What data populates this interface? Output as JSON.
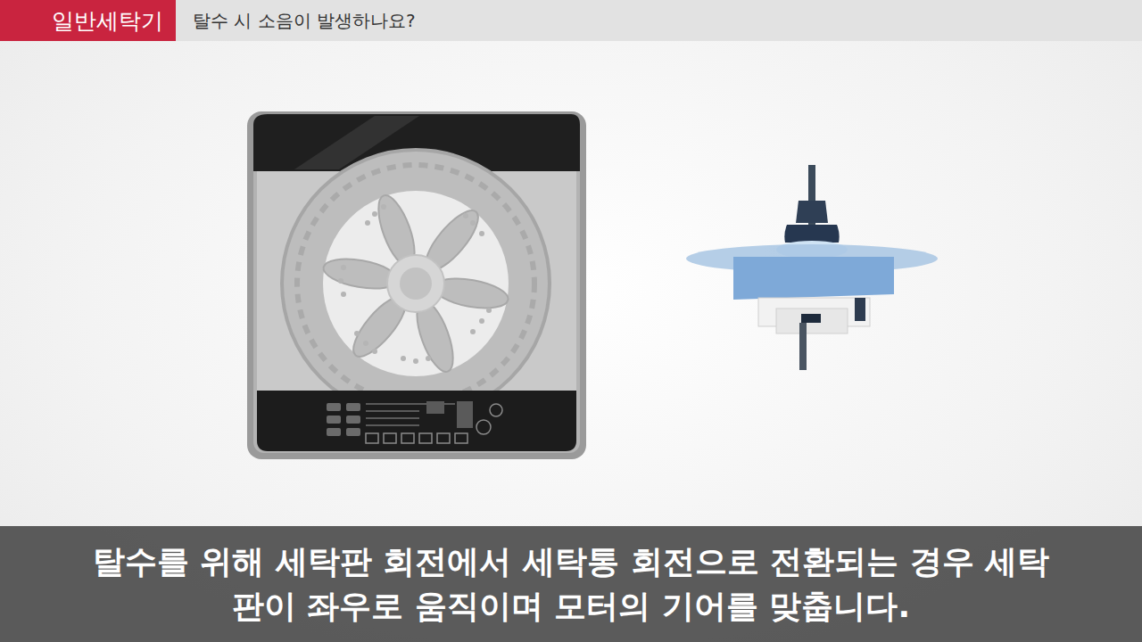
{
  "diagram": {
    "title": "탈수 시 소음이 발생하나요?",
    "caption": "탈수를 위해 세탁판 회전에서 세탁통 회전으로 전환되는 경우 세탁판이 좌우로 움직이며 모터의 기어를 맞춥니다.",
    "nodes": [
      {
        "text": [
          "일반세탁기"
        ]
      }
    ]
  }
}
